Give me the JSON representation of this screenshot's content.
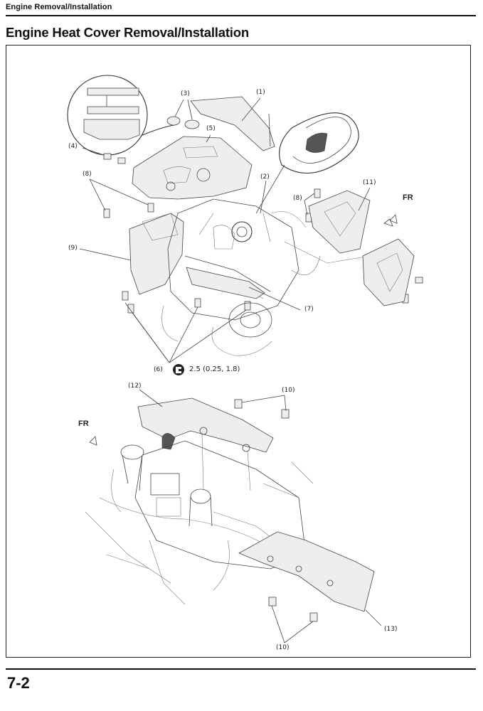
{
  "header": {
    "section": "Engine Removal/Installation"
  },
  "page": {
    "title": "Engine Heat Cover Removal/Installation",
    "number": "7-2"
  },
  "figure": {
    "callouts": {
      "c1": "(1)",
      "c2": "(2)",
      "c3": "(3)",
      "c4": "(4)",
      "c5": "(5)",
      "c6": "(6)",
      "c7": "(7)",
      "c8a": "(8)",
      "c8b": "(8)",
      "c9": "(9)",
      "c10a": "(10)",
      "c10b": "(10)",
      "c11": "(11)",
      "c12": "(12)",
      "c13": "(13)"
    },
    "fr_top": "FR",
    "fr_bottom": "FR",
    "torque_value": "2.5 (0.25, 1.8)"
  }
}
